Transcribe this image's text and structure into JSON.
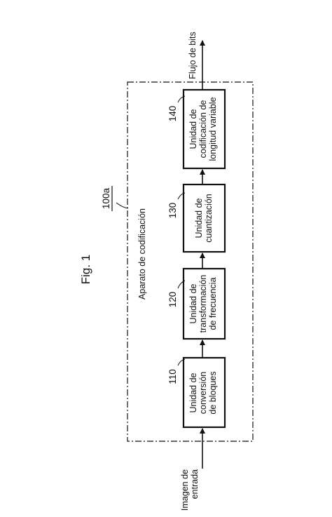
{
  "figure": {
    "title": "Fig. 1",
    "apparatus_ref": "100a",
    "apparatus_label": "Aparato de codificación",
    "input_label": [
      "Imagen de",
      "entrada"
    ],
    "output_label": "Flujo de bits",
    "blocks": [
      {
        "ref": "110",
        "lines": [
          "Unidad de",
          "conversión",
          "de bloques"
        ]
      },
      {
        "ref": "120",
        "lines": [
          "Unidad de",
          "transformación",
          "de frecuencia"
        ]
      },
      {
        "ref": "130",
        "lines": [
          "Unidad de",
          "cuantización"
        ]
      },
      {
        "ref": "140",
        "lines": [
          "Unidad de",
          "codificación de",
          "longitud variable"
        ]
      }
    ]
  }
}
